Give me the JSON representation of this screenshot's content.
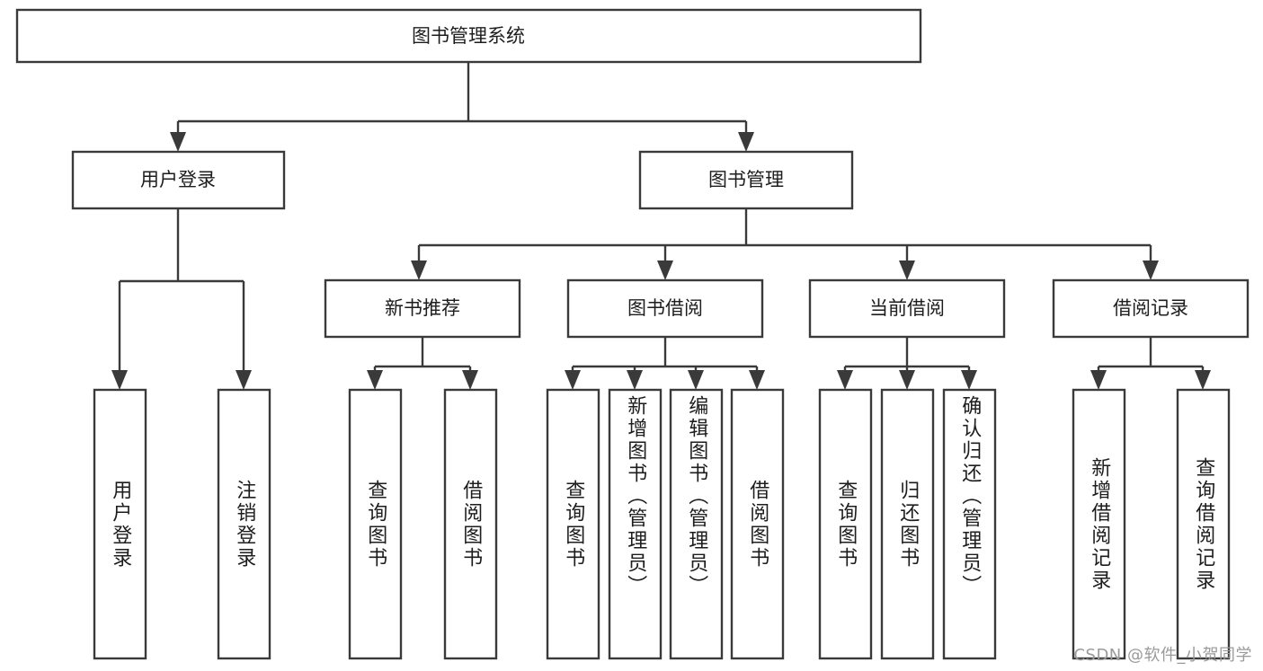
{
  "diagram": {
    "title": "图书管理系统",
    "type": "tree-hierarchy",
    "watermark": "CSDN @软件_小贺同学",
    "colors": {
      "stroke": "#3a3a3a",
      "box_fill": "#ffffff",
      "text": "#1d1d1d",
      "background": "#ffffff",
      "watermark": "#9a9a9a"
    },
    "root": {
      "label": "图书管理系统"
    },
    "level2": [
      {
        "id": "user-login",
        "label": "用户登录"
      },
      {
        "id": "book-manage",
        "label": "图书管理"
      }
    ],
    "level3": [
      {
        "id": "new-book-rec",
        "label": "新书推荐",
        "parent": "book-manage"
      },
      {
        "id": "book-borrow",
        "label": "图书借阅",
        "parent": "book-manage"
      },
      {
        "id": "current-borrow",
        "label": "当前借阅",
        "parent": "book-manage"
      },
      {
        "id": "borrow-record",
        "label": "借阅记录",
        "parent": "book-manage"
      }
    ],
    "leaves": [
      {
        "id": "leaf-user-login",
        "label": "用户登录",
        "parent": "user-login"
      },
      {
        "id": "leaf-logout",
        "label": "注销登录",
        "parent": "user-login"
      },
      {
        "id": "leaf-query-book-1",
        "label": "查询图书",
        "parent": "new-book-rec"
      },
      {
        "id": "leaf-borrow-book-1",
        "label": "借阅图书",
        "parent": "new-book-rec"
      },
      {
        "id": "leaf-query-book-2",
        "label": "查询图书",
        "parent": "book-borrow"
      },
      {
        "id": "leaf-add-book",
        "label": "新增图书（管理员）",
        "parent": "book-borrow"
      },
      {
        "id": "leaf-edit-book",
        "label": "编辑图书（管理员）",
        "parent": "book-borrow"
      },
      {
        "id": "leaf-borrow-book-2",
        "label": "借阅图书",
        "parent": "book-borrow"
      },
      {
        "id": "leaf-query-book-3",
        "label": "查询图书",
        "parent": "current-borrow"
      },
      {
        "id": "leaf-return-book",
        "label": "归还图书",
        "parent": "current-borrow"
      },
      {
        "id": "leaf-confirm-return",
        "label": "确认归还（管理员）",
        "parent": "current-borrow"
      },
      {
        "id": "leaf-add-record",
        "label": "新增借阅记录",
        "parent": "borrow-record"
      },
      {
        "id": "leaf-query-record",
        "label": "查询借阅记录",
        "parent": "borrow-record"
      }
    ]
  }
}
